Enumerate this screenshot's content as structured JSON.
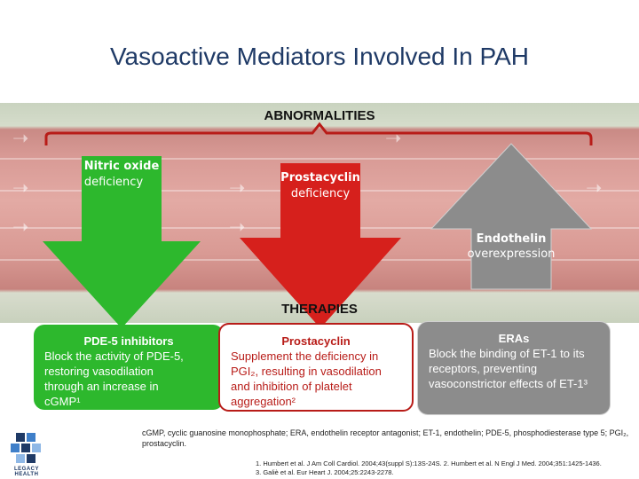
{
  "title": "Vasoactive Mediators Involved In PAH",
  "abnormalities_label": "ABNORMALITIES",
  "therapies_label": "THERAPIES",
  "arrows": [
    {
      "title": "Nitric oxide",
      "subtitle": "deficiency",
      "color": "#2db82d",
      "direction": "down"
    },
    {
      "title": "Prostacyclin",
      "subtitle": "deficiency",
      "color": "#d6201c",
      "direction": "down"
    },
    {
      "title": "Endothelin",
      "subtitle": "overexpression",
      "color": "#8c8c8c",
      "direction": "up"
    }
  ],
  "therapies": [
    {
      "title": "PDE-5 inhibitors",
      "lines": [
        "Block the activity of PDE-5,",
        "restoring vasodilation",
        "through an increase in",
        "cGMP¹"
      ],
      "bg": "#2db82d",
      "fg": "#ffffff"
    },
    {
      "title": "Prostacyclin",
      "lines": [
        "Supplement the deficiency in",
        "PGI₂, resulting in vasodilation",
        "and inhibition of platelet",
        "aggregation²"
      ],
      "bg": "#ffffff",
      "fg": "#b81c18",
      "border": "#b81c18"
    },
    {
      "title": "ERAs",
      "lines": [
        "Block the binding of ET-1 to its",
        "receptors, preventing",
        "vasoconstrictor effects of ET-1³"
      ],
      "bg": "#8c8c8c",
      "fg": "#ffffff"
    }
  ],
  "footnote": "cGMP, cyclic guanosine monophosphate; ERA, endothelin receptor antagonist; ET-1, endothelin; PDE-5, phosphodiesterase type 5; PGI₂, prostacyclin.",
  "references": [
    "1. Humbert et al. J Am Coll Cardiol. 2004;43(suppl S):13S-24S. 2. Humbert et al. N Engl J Med. 2004;351:1425-1436.",
    "3. Galiè et al. Eur Heart J. 2004;25:2243-2278."
  ],
  "logo_text": "LEGACY HEALTH",
  "colors": {
    "title": "#1f3a66",
    "bracket": "#b81c18"
  }
}
